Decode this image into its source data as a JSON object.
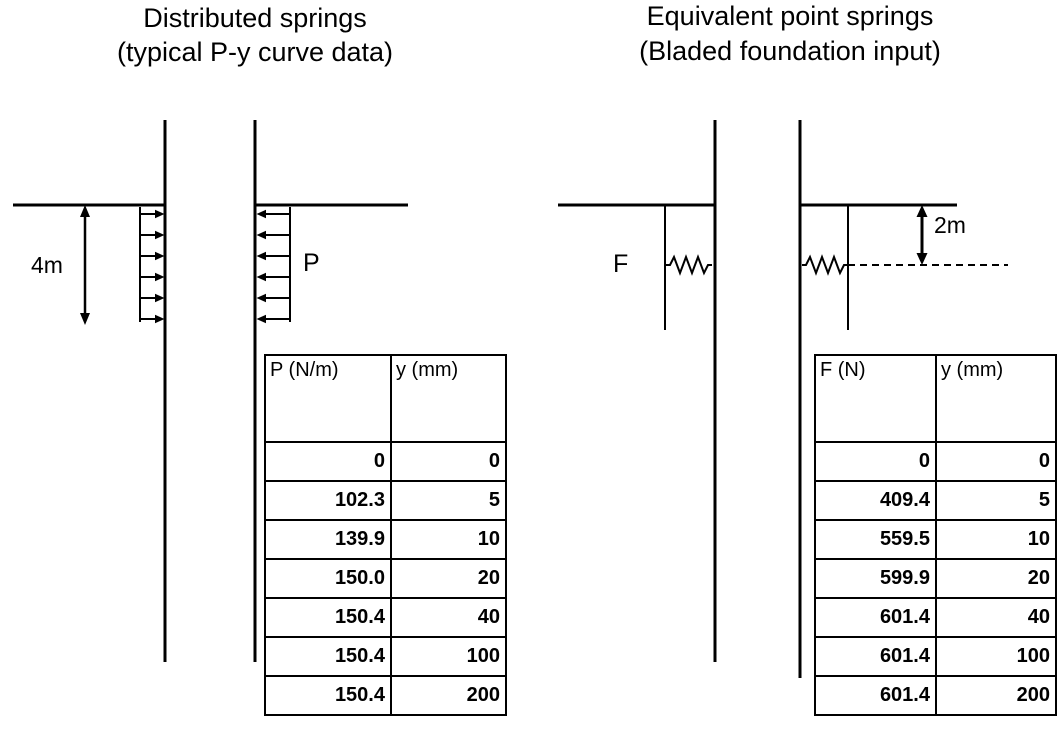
{
  "left": {
    "title": "Distributed springs",
    "subtitle": "(typical P-y curve data)",
    "dimension_label": "4m",
    "load_label": "P",
    "table": {
      "header": [
        "P (N/m)",
        "y (mm)"
      ],
      "rows": [
        [
          "0",
          "0"
        ],
        [
          "102.3",
          "5"
        ],
        [
          "139.9",
          "10"
        ],
        [
          "150.0",
          "20"
        ],
        [
          "150.4",
          "40"
        ],
        [
          "150.4",
          "100"
        ],
        [
          "150.4",
          "200"
        ]
      ]
    }
  },
  "right": {
    "title": "Equivalent point springs",
    "subtitle": "(Bladed foundation input)",
    "force_label": "F",
    "dimension_label": "2m",
    "table": {
      "header": [
        "F (N)",
        "y (mm)"
      ],
      "rows": [
        [
          "0",
          "0"
        ],
        [
          "409.4",
          "5"
        ],
        [
          "559.5",
          "10"
        ],
        [
          "599.9",
          "20"
        ],
        [
          "601.4",
          "40"
        ],
        [
          "601.4",
          "100"
        ],
        [
          "601.4",
          "200"
        ]
      ]
    }
  }
}
